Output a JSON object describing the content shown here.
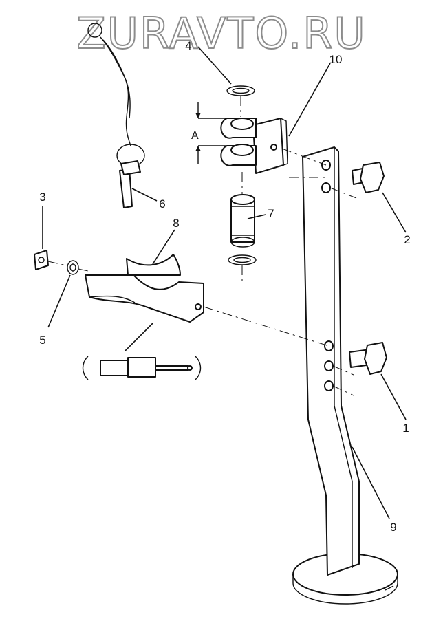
{
  "watermark": "ZURAVTO.RU",
  "dimension_label": "A",
  "callouts": [
    "1",
    "2",
    "3",
    "4",
    "5",
    "6",
    "7",
    "8",
    "9",
    "10"
  ]
}
